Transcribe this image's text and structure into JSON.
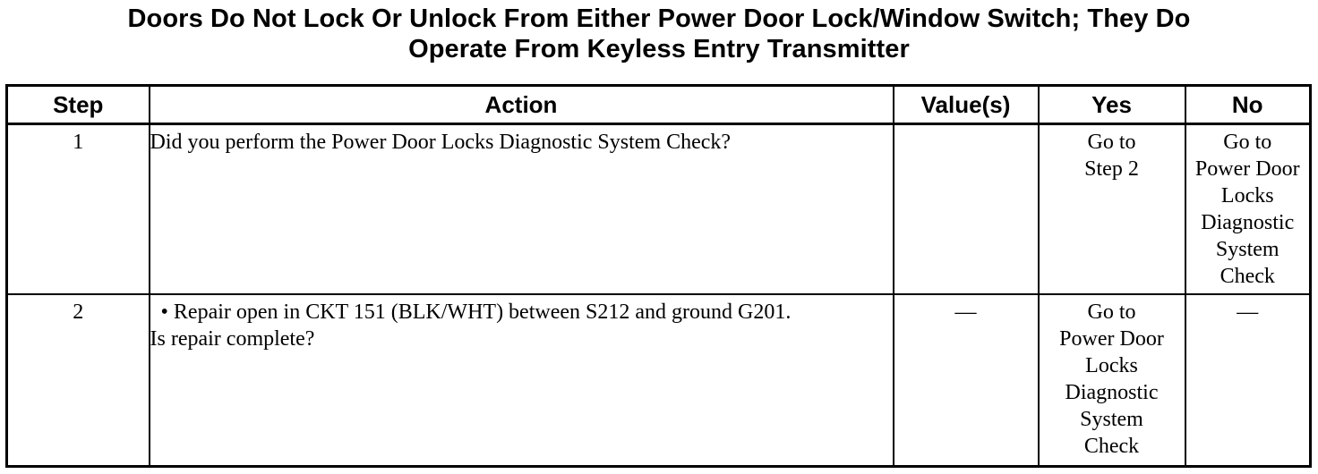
{
  "title": {
    "line1": "Doors Do Not Lock Or Unlock From Either Power Door Lock/Window Switch; They Do",
    "line2": "Operate From Keyless Entry Transmitter"
  },
  "table": {
    "headers": {
      "step": "Step",
      "action": "Action",
      "values": "Value(s)",
      "yes": "Yes",
      "no": "No"
    },
    "rows": [
      {
        "step": "1",
        "action_lines": [
          "Did you perform the Power Door Locks Diagnostic System Check?"
        ],
        "values": "",
        "yes_lines": [
          "Go to",
          "Step 2"
        ],
        "no_lines": [
          "Go to",
          "Power Door",
          "Locks",
          "Diagnostic",
          "System",
          "Check"
        ]
      },
      {
        "step": "2",
        "bullet": "• Repair open in CKT 151 (BLK/WHT) between S212 and ground G201.",
        "question": "Is repair complete?",
        "values": "—",
        "yes_lines": [
          "Go to",
          "Power Door",
          "Locks",
          "Diagnostic",
          "System",
          "Check"
        ],
        "no_lines": [
          "—"
        ]
      }
    ]
  }
}
